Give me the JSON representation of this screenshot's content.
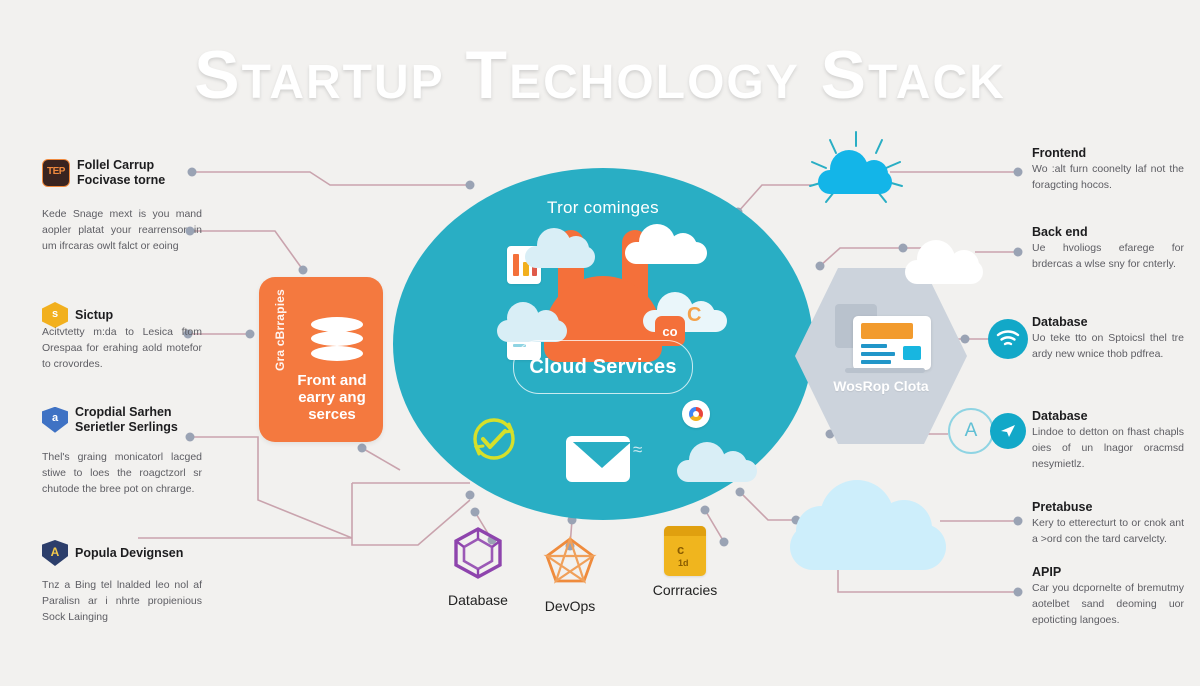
{
  "page": {
    "title": "Startup Techology Stack",
    "background_color": "#f2f1ef"
  },
  "colors": {
    "hub_teal": "#29aec4",
    "accent_orange": "#f4793f",
    "wire": "#c9a3ad",
    "node": "#9aa3b4",
    "hex_panel": "#ccd3dc",
    "cloud_cyan": "#13b5e8",
    "cloud_pale": "#cdeefb",
    "title_white": "#ffffff"
  },
  "hub": {
    "top_label": "Tror cominges",
    "pill_label": "Cloud Services",
    "blob_name": "orange-vessel-shape",
    "badge_text": "co"
  },
  "left_card": {
    "vertical_label": "Gra cBrrapies",
    "title": "Front and earry ang serces",
    "icon": "database-cylinder-icon"
  },
  "hex_panel": {
    "label": "WosRop Clota",
    "icon": "browser-window-icon"
  },
  "bottom_nodes": [
    {
      "label": "Database",
      "icon": "purple-cube-icon"
    },
    {
      "label": "DevOps",
      "icon": "orange-star-pentagon-icon"
    },
    {
      "label": "Corrracies",
      "icon": "yellow-card-icon",
      "glyph_main": "c",
      "glyph_sub": "1d"
    }
  ],
  "left_blocks": [
    {
      "title": "Follel Carrup Focivase torne",
      "icon": "tep-square-badge-icon",
      "badge_text": "TEP",
      "badge_style": "sq",
      "body": "Kede Snage mext is you mand aopler platat your rearrensor in um ifrcaras owlt falct or eoing"
    },
    {
      "title": "Sictup",
      "icon": "hexagon-badge-icon",
      "badge_text": "s",
      "badge_style": "hex",
      "body": "Acitvtetty m:da to Lesica ftom Orespaa for erahing aold motefor to crovordes."
    },
    {
      "title": "Cropdial Sarhen Serietler Serlings",
      "icon": "shield-badge-icon",
      "badge_text": "a",
      "badge_style": "shield",
      "body": "Thel's graing monicatorl lacged stiwe to loes the roagctzorl sr chutode the bree pot on chrarge."
    },
    {
      "title": "Popula Devignsen",
      "icon": "shield-alert-badge-icon",
      "badge_text": "A",
      "badge_style": "shield2",
      "body": "Tnz a Bing tel lnalded leo nol af Paralisn ar i nhrte propienious Sock Lainging"
    }
  ],
  "right_blocks": [
    {
      "title": "Frontend",
      "body": "Wo :alt furn coonelty laf not the foragcting hocos."
    },
    {
      "title": "Back end",
      "body": "Ue hvoliogs efarege for brdercas a wlse sny for cnterly."
    },
    {
      "title": "Database",
      "body": "Uo teke tto on Sptoicsl thel tre ardy new wnice thob pdfrea."
    },
    {
      "title": "Database",
      "body": "Lindoe to detton on fhast chapls oies of un lnagor oracmsd nesymietlz."
    },
    {
      "title": "Pretabuse",
      "body": "Kery to etterecturt to or cnok ant a >ord con the tard carvelcty."
    },
    {
      "title": "APIP",
      "body": "Car you dcpornelte of bremutmy aotelbet sand deoming uor epoticting langoes."
    }
  ],
  "icons": {
    "cloud_rays": "cloud-with-rays-icon",
    "cloud_white": "white-cloud-icon",
    "cloud_big": "large-pale-cloud-icon",
    "wifi": "wifi-signal-icon",
    "send": "paper-plane-icon",
    "gear_a": "gear-letter-a-icon",
    "envelope": "envelope-icon",
    "check_cycle": "refresh-check-icon",
    "chrome": "chrome-browser-dot-icon"
  }
}
